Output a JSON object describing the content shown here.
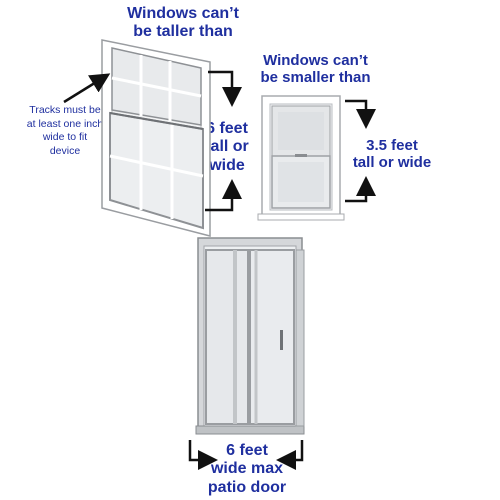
{
  "labels": {
    "max_title": "Windows can’t\nbe taller than",
    "max_value": "6 feet\ntall or\nwide",
    "min_title": "Windows can’t\nbe smaller than",
    "min_value": "3.5 feet\ntall or wide",
    "tracks_note": "Tracks must be\nat least one inch\nwide to fit\ndevice",
    "patio_value": "6 feet\nwide max\npatio door"
  },
  "colors": {
    "label_text": "#1f2f9f",
    "arrow": "#111111",
    "frame_white": "#ffffff",
    "frame_gray": "#c7c9cc",
    "glass": "#e6e8ea"
  }
}
